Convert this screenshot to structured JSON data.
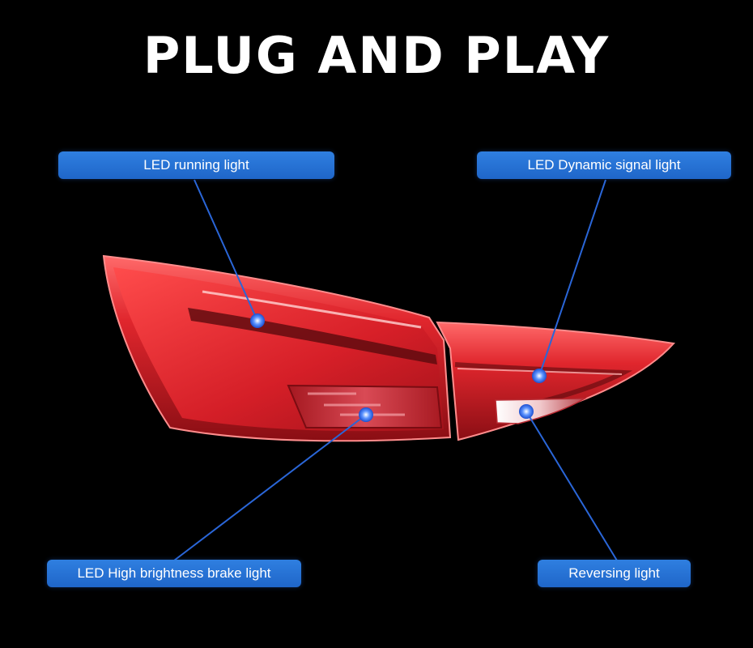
{
  "title": "PLUG AND PLAY",
  "labels": {
    "running": "LED running light",
    "signal": "LED Dynamic signal light",
    "brake": "LED High brightness brake light",
    "reverse": "Reversing light"
  },
  "colors": {
    "label_blue": "#1f66c9",
    "lamp_red": "#d8262e",
    "leader_line": "#2a66d8",
    "background": "#000000"
  }
}
